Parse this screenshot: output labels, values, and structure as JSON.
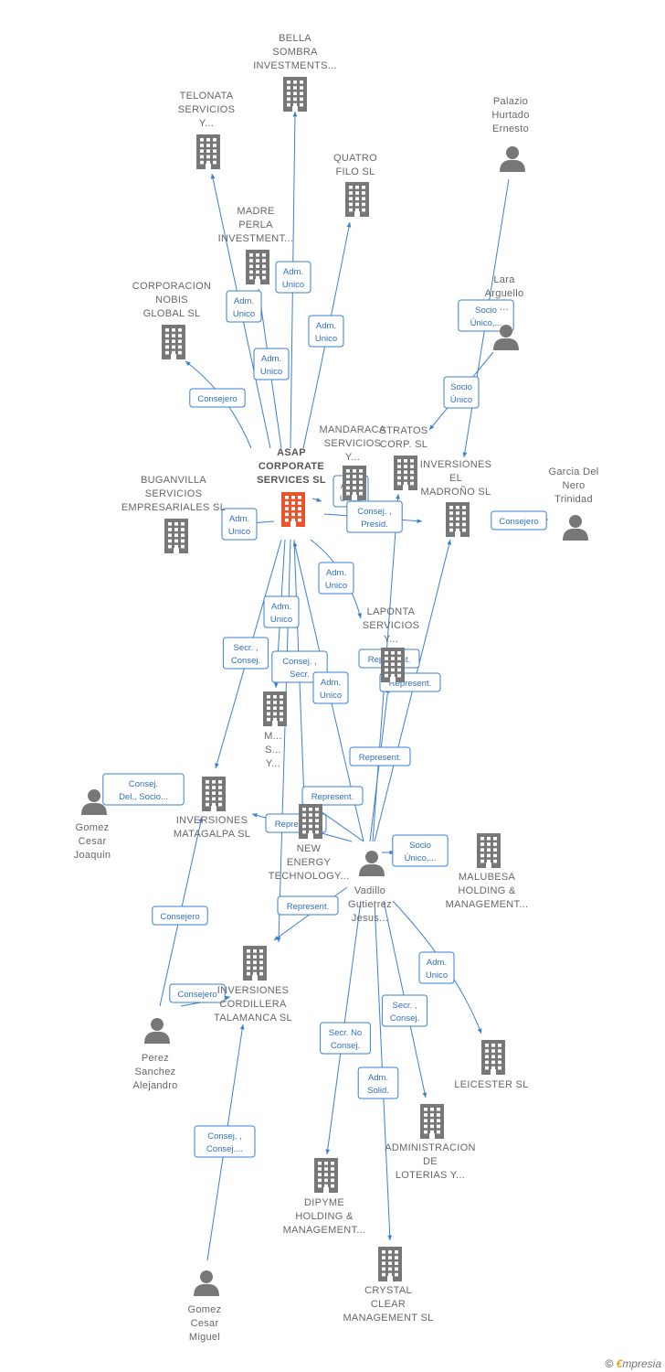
{
  "colors": {
    "edge": "#3a7fd5",
    "company": "#777777",
    "main_company": "#e8542c",
    "person": "#777777",
    "label_text": "#666666",
    "edge_label_border": "#3a7fd5",
    "edge_label_text": "#2f6fc0"
  },
  "nodes": [
    {
      "id": "asap",
      "type": "company",
      "main": true,
      "label": [
        "ASAP",
        "CORPORATE",
        "SERVICES SL"
      ]
    },
    {
      "id": "bella",
      "type": "company",
      "label": [
        "BELLA",
        "SOMBRA",
        "INVESTMENTS..."
      ]
    },
    {
      "id": "telonata",
      "type": "company",
      "label": [
        "TELONATA",
        "SERVICIOS",
        "Y..."
      ]
    },
    {
      "id": "quatro",
      "type": "company",
      "label": [
        "QUATRO",
        "FILO SL"
      ]
    },
    {
      "id": "madre",
      "type": "company",
      "label": [
        "MADRE",
        "PERLA",
        "INVESTMENT..."
      ]
    },
    {
      "id": "nobis",
      "type": "company",
      "label": [
        "CORPORACION",
        "NOBIS",
        "GLOBAL SL"
      ]
    },
    {
      "id": "palazio",
      "type": "person",
      "label": [
        "Palazio",
        "Hurtado",
        "Ernesto"
      ]
    },
    {
      "id": "lara",
      "type": "person",
      "label": [
        "Lara",
        "Arguello",
        "..."
      ]
    },
    {
      "id": "mandaraca",
      "type": "company",
      "label": [
        "MANDARACA",
        "SERVICIOS",
        "Y..."
      ]
    },
    {
      "id": "stratos",
      "type": "company",
      "label": [
        "STRATOS",
        "CORP. SL"
      ]
    },
    {
      "id": "madrono",
      "type": "company",
      "label": [
        "INVERSIONES",
        "EL",
        "MADROÑO SL"
      ]
    },
    {
      "id": "garcia",
      "type": "person",
      "label": [
        "Garcia Del",
        "Nero",
        "Trinidad"
      ]
    },
    {
      "id": "buganvilla",
      "type": "company",
      "label": [
        "BUGANVILLA",
        "SERVICIOS",
        "EMPRESARIALES SL"
      ]
    },
    {
      "id": "laponta",
      "type": "company",
      "label": [
        "LAPONTA",
        "SERVICIOS",
        "Y..."
      ]
    },
    {
      "id": "mystery",
      "type": "company",
      "label": [
        "M...",
        "S...",
        "Y..."
      ]
    },
    {
      "id": "matagalpa",
      "type": "company",
      "label": [
        "INVERSIONES",
        "MATAGALPA SL"
      ]
    },
    {
      "id": "gomezjoaquin",
      "type": "person",
      "label": [
        "Gomez",
        "Cesar",
        "Joaquin"
      ]
    },
    {
      "id": "newenergy",
      "type": "company",
      "label": [
        "NEW",
        "ENERGY",
        "TECHNOLOGY..."
      ]
    },
    {
      "id": "vadillo",
      "type": "person",
      "label": [
        "Vadillo",
        "Gutierrez",
        "Jesus..."
      ]
    },
    {
      "id": "malubesa",
      "type": "company",
      "label": [
        "MALUBESA",
        "HOLDING &",
        "MANAGEMENT..."
      ]
    },
    {
      "id": "cordillera",
      "type": "company",
      "label": [
        "INVERSIONES",
        "CORDILLERA",
        "TALAMANCA SL"
      ]
    },
    {
      "id": "perez",
      "type": "person",
      "label": [
        "Perez",
        "Sanchez",
        "Alejandro"
      ]
    },
    {
      "id": "leicester",
      "type": "company",
      "label": [
        "LEICESTER SL"
      ]
    },
    {
      "id": "loterias",
      "type": "company",
      "label": [
        "ADMINISTRACION",
        "DE",
        "LOTERIAS Y..."
      ]
    },
    {
      "id": "dipyme",
      "type": "company",
      "label": [
        "DIPYME",
        "HOLDING &",
        "MANAGEMENT..."
      ]
    },
    {
      "id": "crystal",
      "type": "company",
      "label": [
        "CRYSTAL",
        "CLEAR",
        "MANAGEMENT SL"
      ]
    },
    {
      "id": "gomezmiguel",
      "type": "person",
      "label": [
        "Gomez",
        "Cesar",
        "Miguel"
      ]
    }
  ],
  "edges": [
    {
      "from": "asap",
      "to": "bella",
      "label": [
        "Adm.",
        "Unico"
      ]
    },
    {
      "from": "asap",
      "to": "telonata",
      "label": [
        "Adm.",
        "Unico"
      ]
    },
    {
      "from": "asap",
      "to": "quatro",
      "label": [
        "Adm.",
        "Unico"
      ]
    },
    {
      "from": "asap",
      "to": "madre",
      "label": [
        "Adm.",
        "Unico"
      ]
    },
    {
      "from": "asap",
      "to": "nobis",
      "label": [
        "Consejero"
      ]
    },
    {
      "from": "asap",
      "to": "mandaraca",
      "label": [
        "Adm.",
        "Unico"
      ]
    },
    {
      "from": "asap",
      "to": "madrono",
      "label": [
        "Consej. ,",
        "Presid."
      ]
    },
    {
      "from": "asap",
      "to": "buganvilla",
      "label": [
        "Adm.",
        "Unico"
      ]
    },
    {
      "from": "asap",
      "to": "laponta",
      "label": [
        "Adm.",
        "Unico"
      ]
    },
    {
      "from": "asap",
      "to": "mystery",
      "label": [
        "Adm.",
        "Unico"
      ]
    },
    {
      "from": "asap",
      "to": "matagalpa",
      "label": [
        "Secr. ,",
        "Consej."
      ]
    },
    {
      "from": "asap",
      "to": "cordillera",
      "label": [
        "Consej. ,",
        "Secr."
      ]
    },
    {
      "from": "asap",
      "to": "newenergy",
      "label": [
        "Adm.",
        "Unico"
      ]
    },
    {
      "from": "palazio",
      "to": "madrono",
      "label": [
        "Socio",
        "Único,..."
      ]
    },
    {
      "from": "lara",
      "to": "stratos",
      "label": [
        "Socio",
        "Único"
      ]
    },
    {
      "from": "garcia",
      "to": "madrono",
      "label": [
        "Consejero"
      ]
    },
    {
      "from": "gomezjoaquin",
      "to": "matagalpa",
      "label": [
        "Consej.",
        "Del., Socio..."
      ]
    },
    {
      "from": "vadillo",
      "to": "asap",
      "label": [
        "Adm.",
        "Unico"
      ]
    },
    {
      "from": "vadillo",
      "to": "stratos",
      "label": [
        "Represent."
      ]
    },
    {
      "from": "vadillo",
      "to": "madrono",
      "label": [
        "Represent."
      ]
    },
    {
      "from": "vadillo",
      "to": "laponta",
      "label": [
        "Represent."
      ]
    },
    {
      "from": "vadillo",
      "to": "mystery",
      "label": [
        "Represent."
      ]
    },
    {
      "from": "vadillo",
      "to": "matagalpa",
      "label": [
        "Represent."
      ]
    },
    {
      "from": "vadillo",
      "to": "cordillera",
      "label": [
        "Represent."
      ]
    },
    {
      "from": "vadillo",
      "to": "malubesa",
      "label": [
        "Socio",
        "Único,..."
      ]
    },
    {
      "from": "vadillo",
      "to": "leicester",
      "label": [
        "Adm.",
        "Unico"
      ]
    },
    {
      "from": "vadillo",
      "to": "loterias",
      "label": [
        "Secr. ,",
        "Consej."
      ]
    },
    {
      "from": "vadillo",
      "to": "dipyme",
      "label": [
        "Secr. No",
        "Consej."
      ]
    },
    {
      "from": "vadillo",
      "to": "crystal",
      "label": [
        "Adm.",
        "Solid."
      ]
    },
    {
      "from": "perez",
      "to": "matagalpa",
      "label": [
        "Consejero"
      ]
    },
    {
      "from": "perez",
      "to": "cordillera",
      "label": [
        "Consejero"
      ]
    },
    {
      "from": "gomezmiguel",
      "to": "cordillera",
      "label": [
        "Consej. ,",
        "Consej...."
      ]
    }
  ],
  "footer": {
    "copyright": "©",
    "brand_initial": "€",
    "brand_rest": "mpresia"
  }
}
